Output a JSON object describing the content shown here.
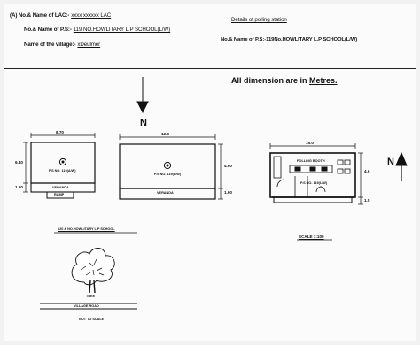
{
  "header": {
    "lac_label": "(A) No.& Name of LAC:-",
    "lac_value": "xxxx xxxxxx LAC",
    "ps_label": "No.& Name of P.S:-",
    "ps_value": "119 NO.HOWLITARY L.P SCHOOL(L/W)",
    "village_label": "Name of the village:-",
    "village_value": "xDeulmer",
    "details_title": "Details of polling station",
    "details_line": "No.& Name of P.S:-119No.HOWLITARY L.P SCHOOL(L/W)"
  },
  "dimension_note": {
    "prefix": "All dimension are in ",
    "unit": "Metres."
  },
  "north_label": "N",
  "north_label_right": "N",
  "left_building": {
    "width_dim": "8.70",
    "height_dim": "6.40",
    "veranda_dim": "1.50",
    "room_label": "P.S NO. 119(A/W)",
    "veranda_label": "VERANDA",
    "ramp_label": "RAMP",
    "caption": "120 & NO.HOWLITARY L.P SCHOOL"
  },
  "middle_building": {
    "width_dim": "12.3",
    "height_dim": "4.60",
    "veranda_dim": "1.60",
    "room_label": "P.S NO. 119(L/W)",
    "veranda_label": "VERANDA"
  },
  "tree": {
    "label": "TREE",
    "road_label": "VILLAGE ROAD",
    "scale_label": "NOT TO SCALE"
  },
  "detail_plan": {
    "width_dim": "15.0",
    "height_dim": "4.6",
    "side_dim": "1.5",
    "top_label": "POLLING BOOTH",
    "room_label": "P.S NO. 119(L/W)",
    "scale_label": "SCALE 1:100"
  }
}
